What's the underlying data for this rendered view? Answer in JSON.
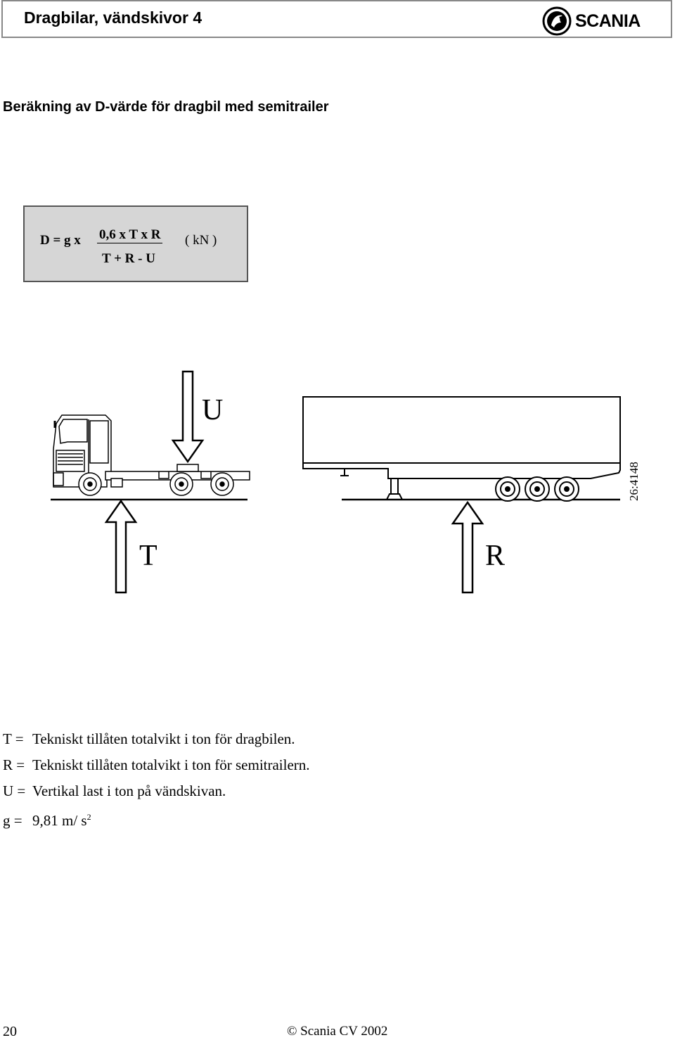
{
  "header": {
    "title": "Dragbilar, vändskivor 4",
    "logo_text": "SCANIA"
  },
  "section_title": "Beräkning av D-värde för dragbil med semitrailer",
  "formula": {
    "lhs": "D = g x",
    "numerator": "0,6 x T x R",
    "denominator": "T + R - U",
    "unit": "( kN )"
  },
  "diagram": {
    "label_u": "U",
    "label_t": "T",
    "label_r": "R",
    "figure_id": "26:4148"
  },
  "legend": [
    {
      "key": "T =",
      "text": "Tekniskt tillåten totalvikt i ton för dragbilen."
    },
    {
      "key": "R =",
      "text": "Tekniskt tillåten totalvikt i ton för semitrailern."
    },
    {
      "key": "U =",
      "text": "Vertikal last i ton på vändskivan."
    },
    {
      "key": "g =",
      "text": "9,81 m/ s",
      "superscript": "2"
    }
  ],
  "footer": {
    "page_number": "20",
    "copyright": "© Scania CV 2002"
  }
}
